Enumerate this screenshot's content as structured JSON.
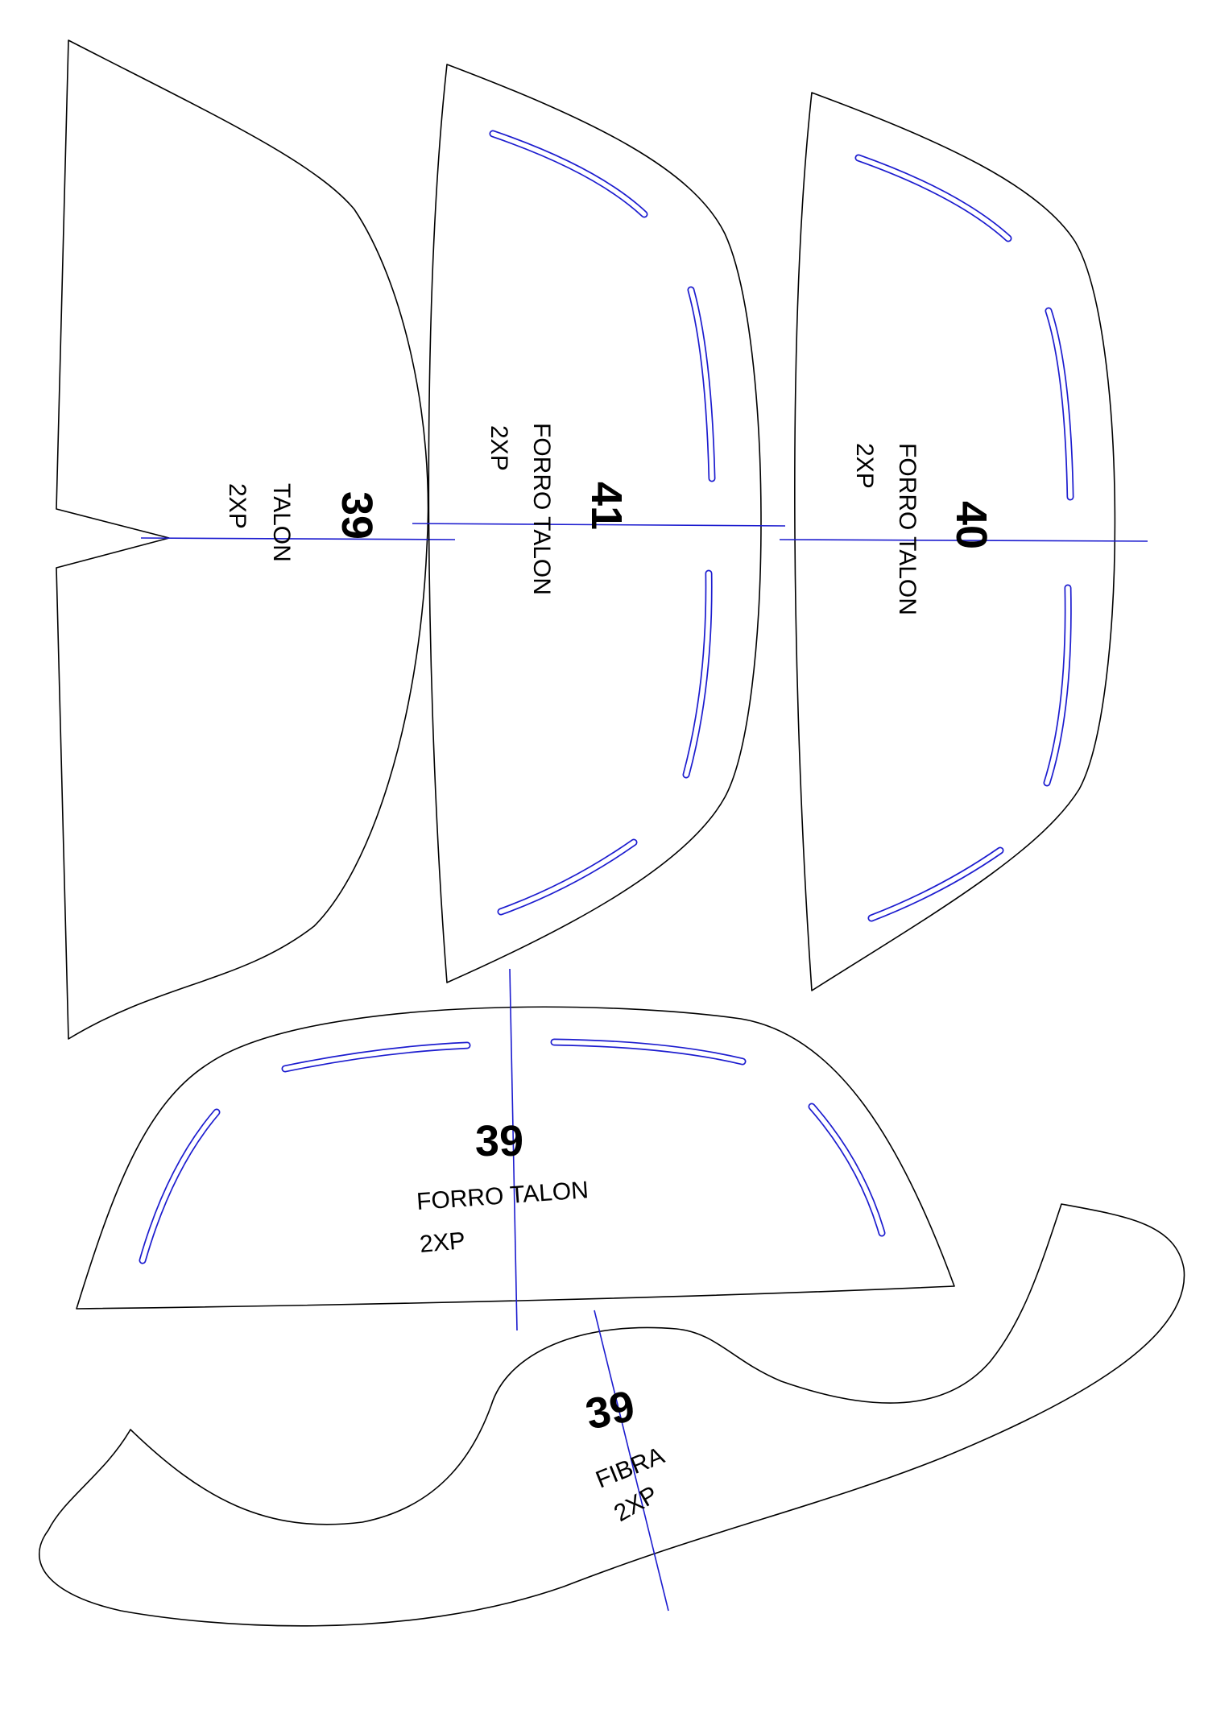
{
  "colors": {
    "outline": "#000000",
    "guide": "#1c1ccf",
    "background": "#ffffff"
  },
  "pieces": [
    {
      "id": "talon",
      "number": "39",
      "name": "TALON",
      "qty": "2XP"
    },
    {
      "id": "forro-talon-41",
      "number": "41",
      "name": "FORRO TALON",
      "qty": "2XP"
    },
    {
      "id": "forro-talon-40",
      "number": "40",
      "name": "FORRO TALON",
      "qty": "2XP"
    },
    {
      "id": "forro-talon-39",
      "number": "39",
      "name": "FORRO TALON",
      "qty": "2XP"
    },
    {
      "id": "fibra",
      "number": "39",
      "name": "FIBRA",
      "qty": "2XP"
    }
  ]
}
